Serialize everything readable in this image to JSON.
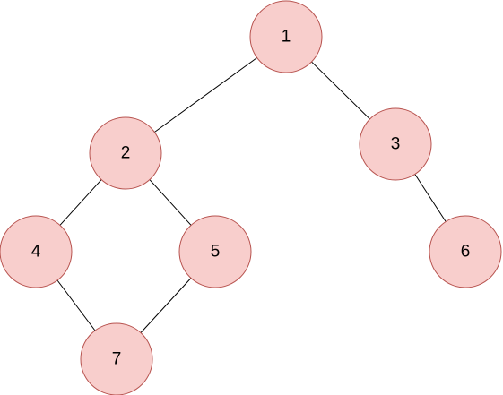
{
  "graph": {
    "nodes": [
      {
        "id": "1",
        "label": "1"
      },
      {
        "id": "2",
        "label": "2"
      },
      {
        "id": "3",
        "label": "3"
      },
      {
        "id": "4",
        "label": "4"
      },
      {
        "id": "5",
        "label": "5"
      },
      {
        "id": "6",
        "label": "6"
      },
      {
        "id": "7",
        "label": "7"
      }
    ],
    "edges": [
      {
        "from": "1",
        "to": "2"
      },
      {
        "from": "1",
        "to": "3"
      },
      {
        "from": "2",
        "to": "4"
      },
      {
        "from": "2",
        "to": "5"
      },
      {
        "from": "3",
        "to": "6"
      },
      {
        "from": "4",
        "to": "7"
      },
      {
        "from": "5",
        "to": "7"
      }
    ],
    "colors": {
      "node_fill": "#f8cecc",
      "node_stroke": "#b85450",
      "edge": "#000000"
    }
  }
}
